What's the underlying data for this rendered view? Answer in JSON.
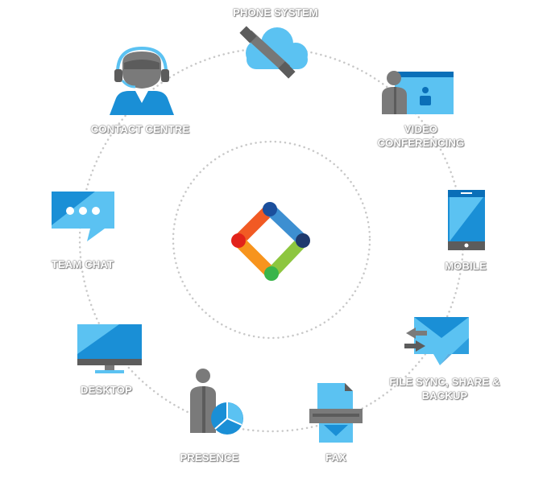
{
  "colors": {
    "light_blue": "#5bc2f2",
    "mid_blue": "#1a8fd6",
    "dark_blue": "#0a6fb8",
    "grey": "#7a7a7a",
    "dark_grey": "#5c5c5c",
    "ring": "#c8c8c8",
    "logo_red": "#e2231a",
    "logo_orange": "#f7941d",
    "logo_green": "#8dc63f",
    "logo_blue": "#3d8fd1",
    "logo_navy": "#1e3a6e"
  },
  "nodes": [
    {
      "id": "phone-system",
      "label": "PHONE SYSTEM",
      "icon": "cloud-phone-icon"
    },
    {
      "id": "video-conferencing",
      "label_lines": [
        "VIDEO",
        "CONFERENCING"
      ],
      "icon": "video-conference-icon"
    },
    {
      "id": "mobile",
      "label": "MOBILE",
      "icon": "mobile-phone-icon"
    },
    {
      "id": "file-sync",
      "label_lines": [
        "FILE SYNC, SHARE &",
        "BACKUP"
      ],
      "icon": "file-sync-icon"
    },
    {
      "id": "fax",
      "label": "FAX",
      "icon": "fax-icon"
    },
    {
      "id": "presence",
      "label": "PRESENCE",
      "icon": "presence-icon"
    },
    {
      "id": "desktop",
      "label": "DESKTOP",
      "icon": "desktop-monitor-icon"
    },
    {
      "id": "team-chat",
      "label": "TEAM CHAT",
      "icon": "chat-bubble-icon"
    },
    {
      "id": "contact-centre",
      "label": "CONTACT CENTRE",
      "icon": "headset-agent-icon"
    }
  ],
  "center": {
    "icon": "diamond-logo-icon"
  }
}
